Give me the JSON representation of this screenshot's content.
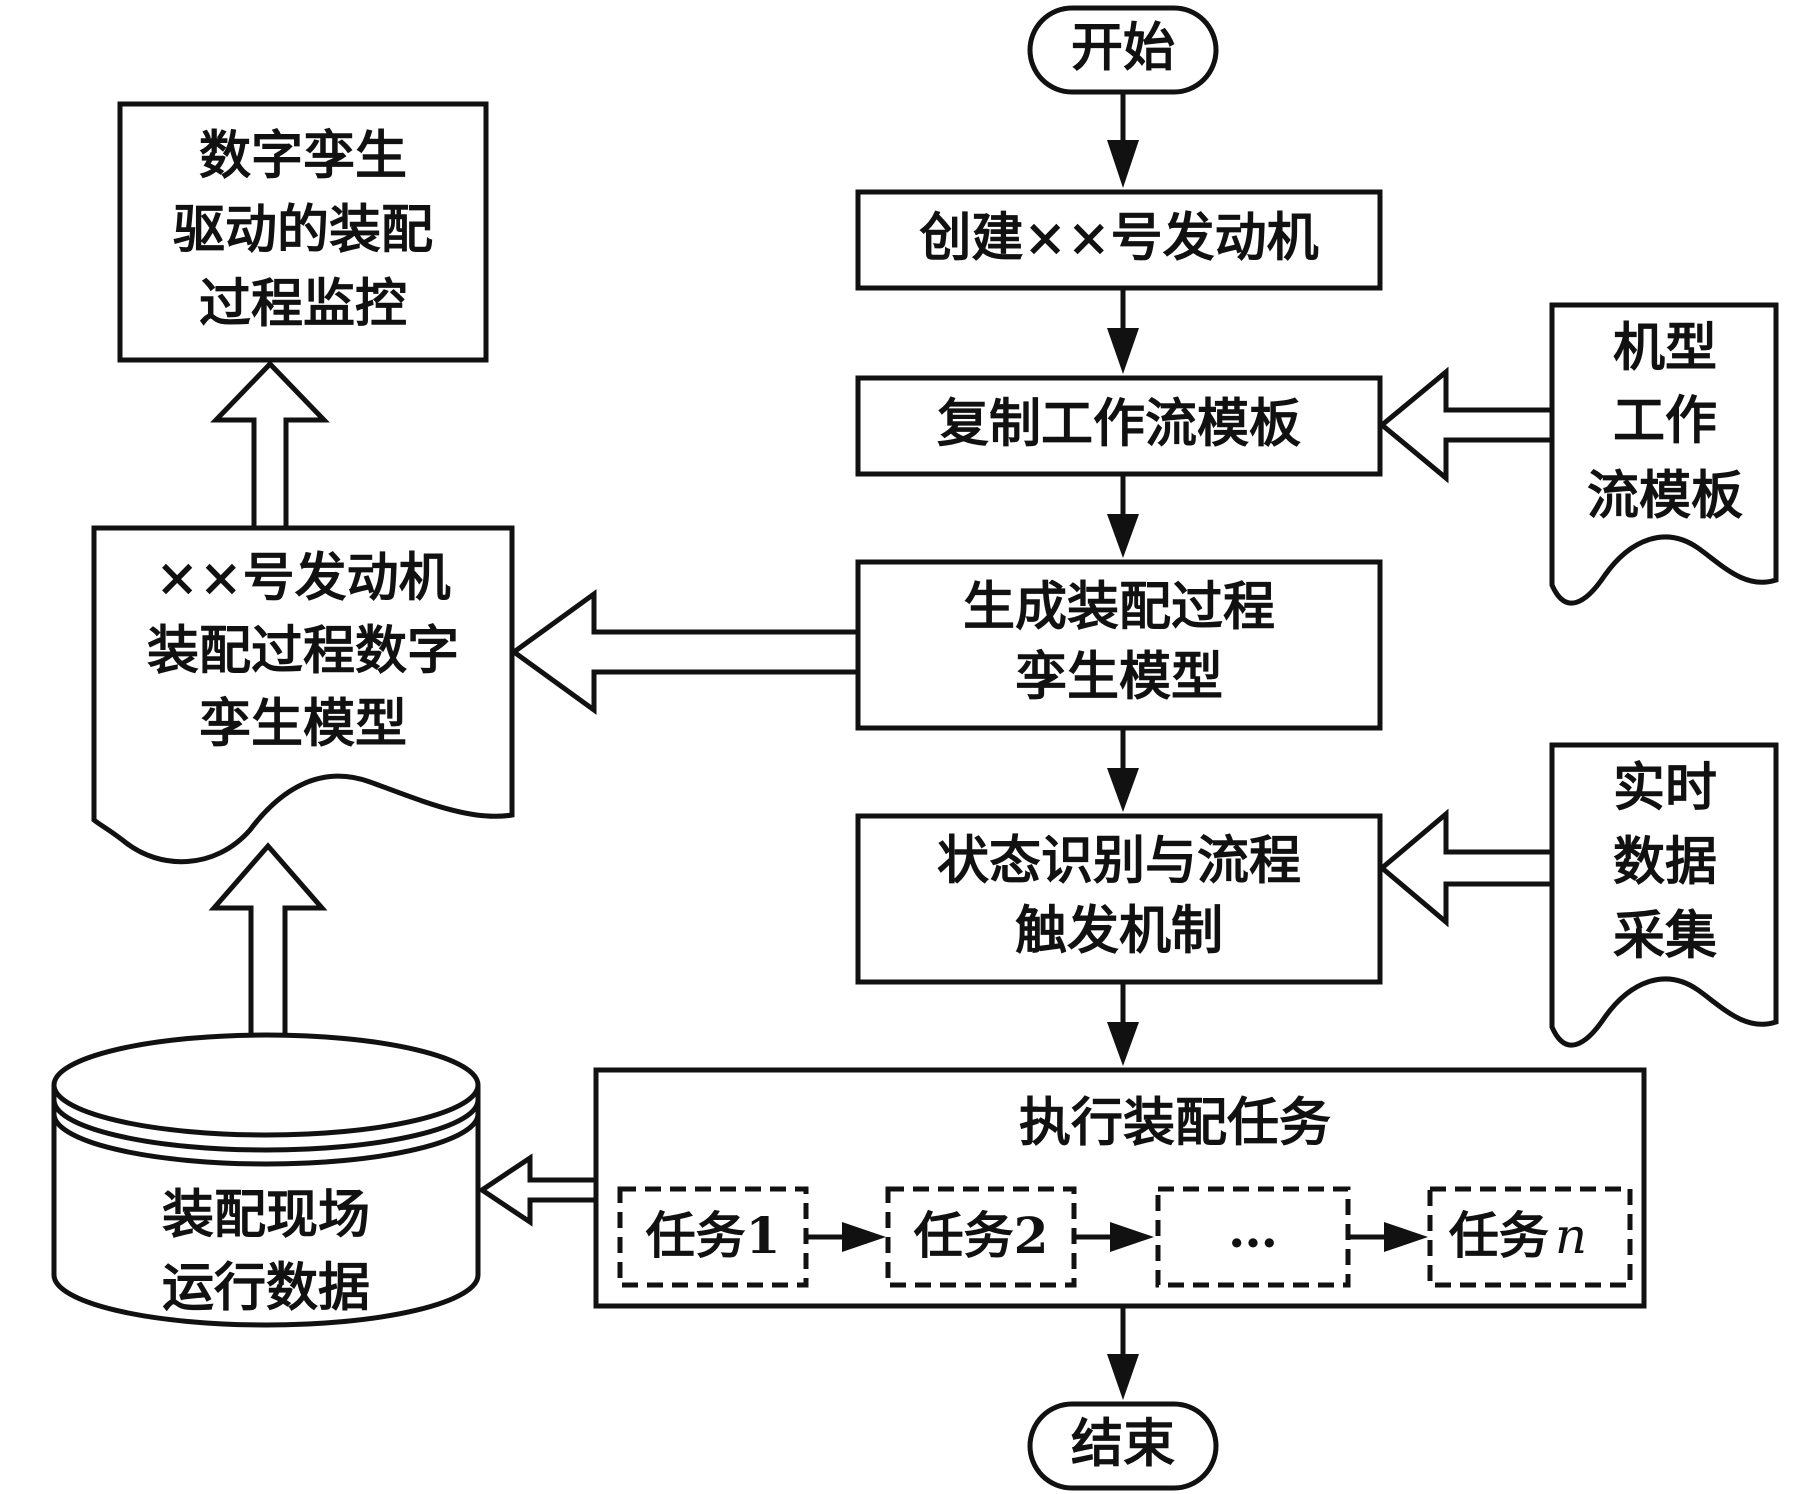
{
  "nodes": {
    "start": {
      "label": "开始"
    },
    "create_engine": {
      "label": "创建××号发动机"
    },
    "copy_template": {
      "label": "复制工作流模板"
    },
    "generate_model": {
      "lines": [
        "生成装配过程",
        "孪生模型"
      ]
    },
    "state_recognition": {
      "lines": [
        "状态识别与流程",
        "触发机制"
      ]
    },
    "execute_tasks": {
      "title": "执行装配任务",
      "tasks": [
        "任务1",
        "任务2",
        "…",
        "任务"
      ],
      "last_task_suffix": "n"
    },
    "end": {
      "label": "结束"
    },
    "monitoring": {
      "lines": [
        "数字孪生",
        "驱动的装配",
        "过程监控"
      ]
    },
    "engine_twin_model": {
      "lines": [
        "××号发动机",
        "装配过程数字",
        "孪生模型"
      ]
    },
    "site_data": {
      "lines": [
        "装配现场",
        "运行数据"
      ]
    },
    "type_workflow_template": {
      "lines": [
        "机型",
        "工作",
        "流模板"
      ]
    },
    "realtime_data": {
      "lines": [
        "实时",
        "数据",
        "采集"
      ]
    }
  }
}
